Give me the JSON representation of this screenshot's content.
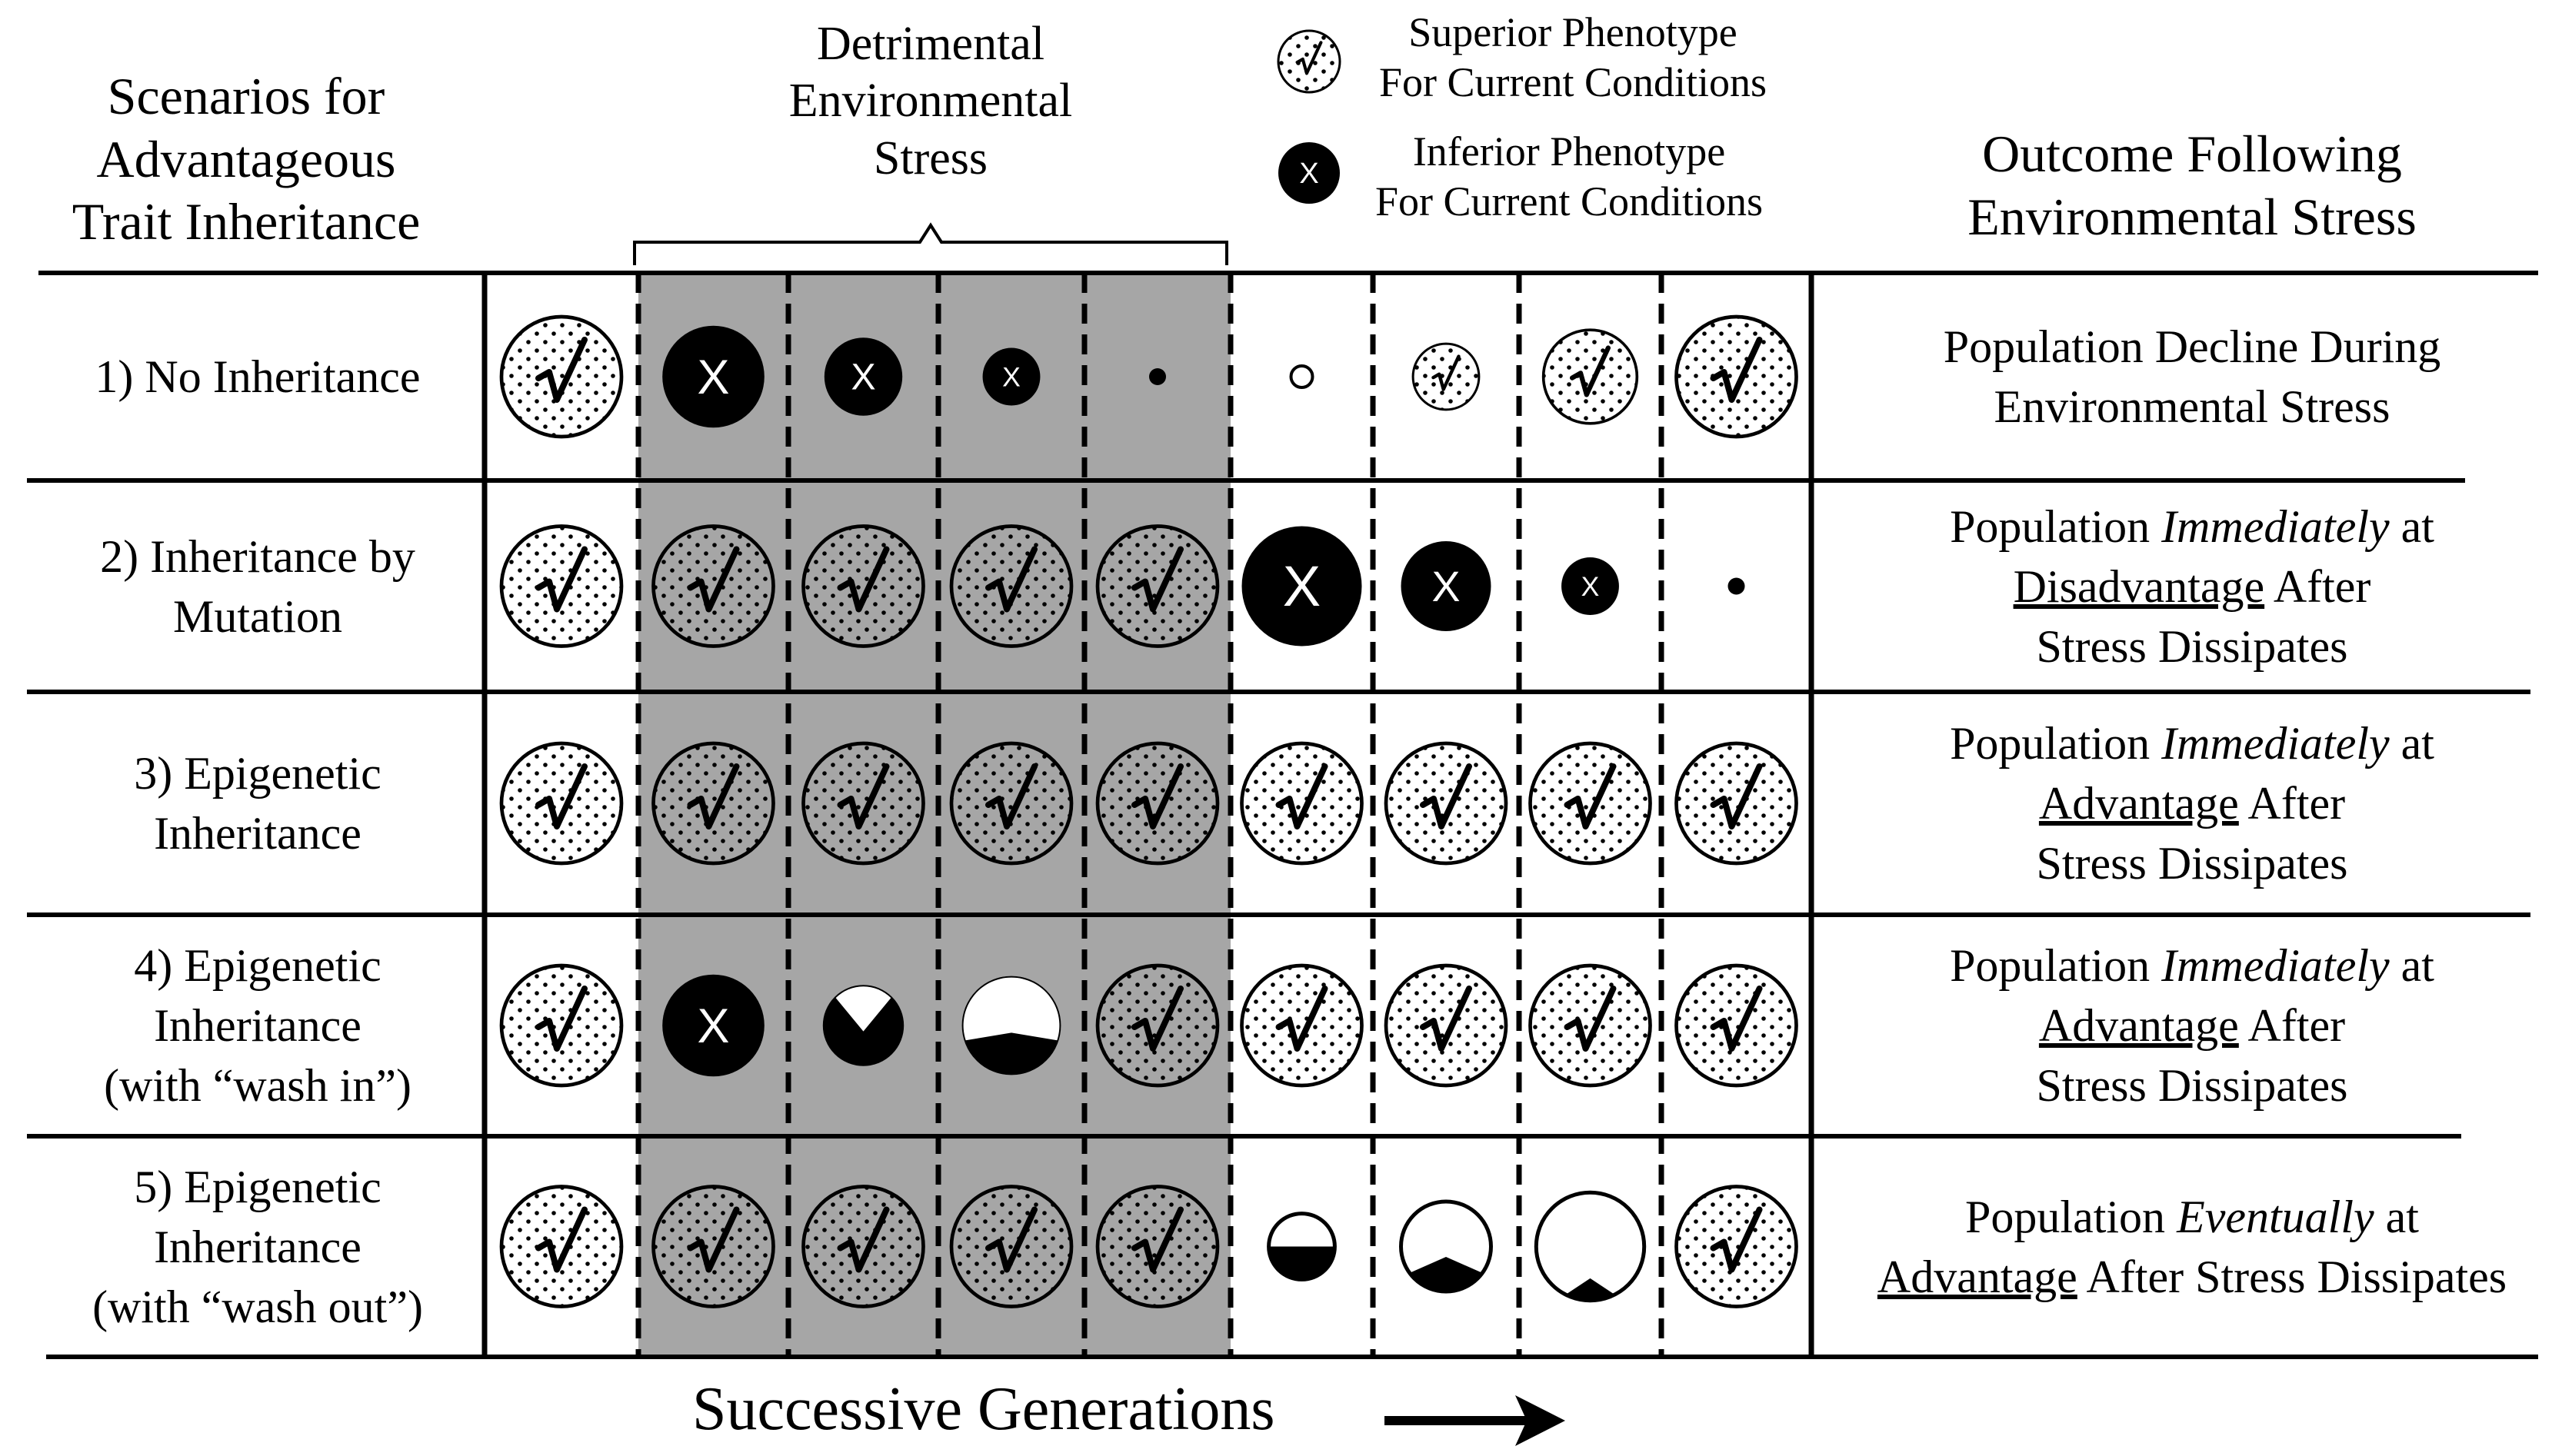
{
  "header": {
    "left_title": [
      "Scenarios for",
      "Advantageous",
      "Trait Inheritance"
    ],
    "middle_title": [
      "Detrimental",
      "Environmental",
      "Stress"
    ],
    "right_title": [
      "Outcome Following",
      "Environmental Stress"
    ]
  },
  "legend": {
    "superior_label": [
      "Superior Phenotype",
      "For Current Conditions"
    ],
    "inferior_label": [
      "Inferior Phenotype",
      "For Current Conditions"
    ],
    "inferior_symbol": "X"
  },
  "rows": [
    {
      "label": [
        "1) No Inheritance"
      ],
      "outcome": [
        [
          "Population Decline During"
        ],
        [
          "Environmental Stress"
        ]
      ],
      "cells": [
        {
          "kind": "check",
          "size": 1.0
        },
        {
          "kind": "x",
          "size": 0.85
        },
        {
          "kind": "x",
          "size": 0.65
        },
        {
          "kind": "x",
          "size": 0.48
        },
        {
          "kind": "dot",
          "size": 0.2
        },
        {
          "kind": "ring",
          "size": 0.2
        },
        {
          "kind": "check",
          "size": 0.55
        },
        {
          "kind": "check",
          "size": 0.78
        },
        {
          "kind": "check",
          "size": 1.0
        }
      ]
    },
    {
      "label": [
        "2) Inheritance by",
        "Mutation"
      ],
      "outcome": [
        [
          "Population ",
          {
            "i": "Immediately"
          },
          " at"
        ],
        [
          {
            "u": "Disadvantage"
          },
          " After"
        ],
        [
          "Stress Dissipates"
        ]
      ],
      "cells": [
        {
          "kind": "check",
          "size": 1.0
        },
        {
          "kind": "check",
          "size": 1.0
        },
        {
          "kind": "check",
          "size": 1.0
        },
        {
          "kind": "check",
          "size": 1.0
        },
        {
          "kind": "check",
          "size": 1.0
        },
        {
          "kind": "x",
          "size": 1.0
        },
        {
          "kind": "x",
          "size": 0.75
        },
        {
          "kind": "x",
          "size": 0.48
        },
        {
          "kind": "dot",
          "size": 0.2
        }
      ]
    },
    {
      "label": [
        "3) Epigenetic",
        "Inheritance"
      ],
      "outcome": [
        [
          "Population ",
          {
            "i": "Immediately"
          },
          " at"
        ],
        [
          {
            "u": "Advantage"
          },
          " After"
        ],
        [
          "Stress Dissipates"
        ]
      ],
      "cells": [
        {
          "kind": "check",
          "size": 1.0
        },
        {
          "kind": "check",
          "size": 1.0
        },
        {
          "kind": "check",
          "size": 1.0
        },
        {
          "kind": "check",
          "size": 1.0
        },
        {
          "kind": "check",
          "size": 1.0
        },
        {
          "kind": "check",
          "size": 1.0
        },
        {
          "kind": "check",
          "size": 1.0
        },
        {
          "kind": "check",
          "size": 1.0
        },
        {
          "kind": "check",
          "size": 1.0
        }
      ]
    },
    {
      "label": [
        "4) Epigenetic",
        "Inheritance",
        "(with “wash in”)"
      ],
      "outcome": [
        [
          "Population ",
          {
            "i": "Immediately"
          },
          " at"
        ],
        [
          {
            "u": "Advantage"
          },
          " After"
        ],
        [
          "Stress Dissipates"
        ]
      ],
      "cells": [
        {
          "kind": "check",
          "size": 1.0
        },
        {
          "kind": "x",
          "size": 0.85
        },
        {
          "kind": "washin",
          "size": 0.65,
          "white_fraction": 0.25
        },
        {
          "kind": "washin",
          "size": 0.8,
          "white_fraction": 0.6
        },
        {
          "kind": "check",
          "size": 1.0
        },
        {
          "kind": "check",
          "size": 1.0
        },
        {
          "kind": "check",
          "size": 1.0
        },
        {
          "kind": "check",
          "size": 1.0
        },
        {
          "kind": "check",
          "size": 1.0
        }
      ]
    },
    {
      "label": [
        "5) Epigenetic",
        "Inheritance",
        "(with “wash out”)"
      ],
      "outcome": [
        [
          "Population ",
          {
            "i": "Eventually"
          },
          " at"
        ],
        [
          {
            "u": "Advantage"
          },
          " After Stress Dissipates"
        ]
      ],
      "cells": [
        {
          "kind": "check",
          "size": 1.0
        },
        {
          "kind": "check",
          "size": 1.0
        },
        {
          "kind": "check",
          "size": 1.0
        },
        {
          "kind": "check",
          "size": 1.0
        },
        {
          "kind": "check",
          "size": 1.0
        },
        {
          "kind": "washout",
          "size": 0.55,
          "black_fraction": 0.5
        },
        {
          "kind": "washout",
          "size": 0.75,
          "black_fraction": 0.3
        },
        {
          "kind": "washout",
          "size": 0.9,
          "black_fraction": 0.15
        },
        {
          "kind": "check",
          "size": 1.0
        }
      ]
    }
  ],
  "footer": {
    "label": "Successive Generations"
  },
  "colors": {
    "stress_band": "#a6a6a6",
    "ink": "#000000",
    "background": "#ffffff"
  }
}
